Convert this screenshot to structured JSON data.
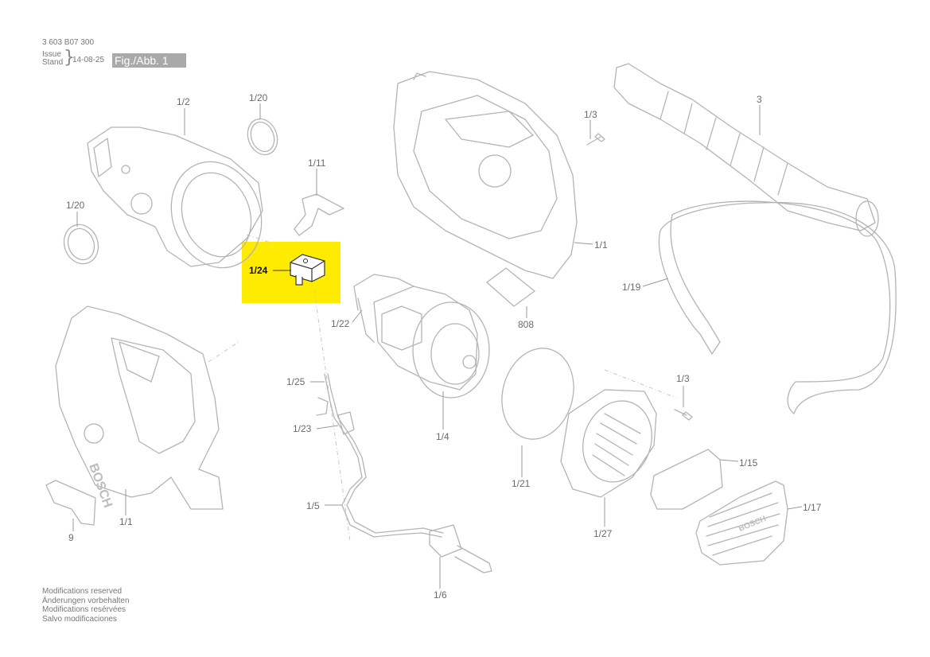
{
  "header": {
    "part_number": "3 603 B07 300",
    "issue_line1": "Issue",
    "issue_line2": "Stand",
    "brace": "}",
    "date": "14-08-25",
    "figure_label": "Fig./Abb. 1"
  },
  "labels": {
    "p1_2": "1/2",
    "p1_20a": "1/20",
    "p1_20b": "1/20",
    "p1_11": "1/11",
    "p1_24": "1/24",
    "p1_3a": "1/3",
    "p1_1": "1/1",
    "p3": "3",
    "p1_19": "1/19",
    "p808": "808",
    "p1_22": "1/22",
    "p1_25": "1/25",
    "p1_23": "1/23",
    "p1_4": "1/4",
    "p1_21": "1/21",
    "p1_3b": "1/3",
    "p1_15": "1/15",
    "p1_17": "1/17",
    "p1_27": "1/27",
    "p1_5": "1/5",
    "p1_6": "1/6",
    "p9": "9",
    "p1_1b": "1/1"
  },
  "housing_brand": "BOSCH",
  "cover_brand": "BOSCH",
  "footer": {
    "line1": "Modifications reserved",
    "line2": "Änderungen vorbehalten",
    "line3": "Modifications resérvées",
    "line4": "Salvo modificaciones"
  },
  "colors": {
    "highlight": "#ffeb00",
    "line": "#b4b4b4",
    "badge": "#a9a9a9"
  }
}
